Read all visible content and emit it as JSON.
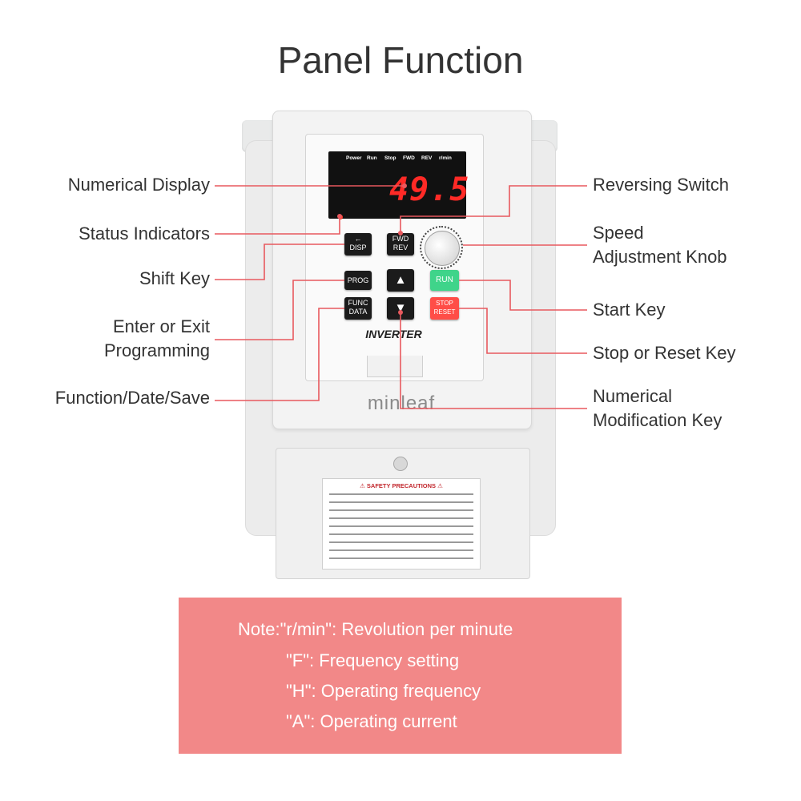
{
  "title": "Panel Function",
  "colors": {
    "callout_line": "#e8595e",
    "note_bg": "#f28888",
    "display_digits": "#ff2a26"
  },
  "display": {
    "indicators": [
      "Power",
      "Run",
      "Stop",
      "FWD",
      "REV",
      "r/min"
    ],
    "value": "49.5"
  },
  "keys": {
    "shift_top": "←",
    "shift_bottom": "DISP",
    "fwd": "FWD",
    "rev": "REV",
    "prog": "PROG",
    "run": "RUN",
    "func_top": "FUNC",
    "func_bottom": "DATA",
    "stop_top": "STOP",
    "stop_bottom": "RESET",
    "up": "▲",
    "down": "▼"
  },
  "brand": {
    "panel_label": "INVERTER",
    "logo": "minleaf"
  },
  "safety": {
    "title": "⚠ SAFETY PRECAUTIONS ⚠"
  },
  "labels": {
    "numerical_display": "Numerical Display",
    "status_indicators": "Status Indicators",
    "shift_key": "Shift Key",
    "enter_exit_line1": "Enter or Exit",
    "enter_exit_line2": "Programming",
    "function_date_save": "Function/Date/Save",
    "reversing_switch": "Reversing Switch",
    "speed_line1": "Speed",
    "speed_line2": "Adjustment Knob",
    "start_key": "Start Key",
    "stop_reset_key": "Stop or Reset Key",
    "numerical_mod_line1": "Numerical",
    "numerical_mod_line2": "Modification Key"
  },
  "note": {
    "lines": [
      "Note:\"r/min\": Revolution per minute",
      "\"F\": Frequency setting",
      "\"H\": Operating frequency",
      "\"A\": Operating current"
    ]
  }
}
